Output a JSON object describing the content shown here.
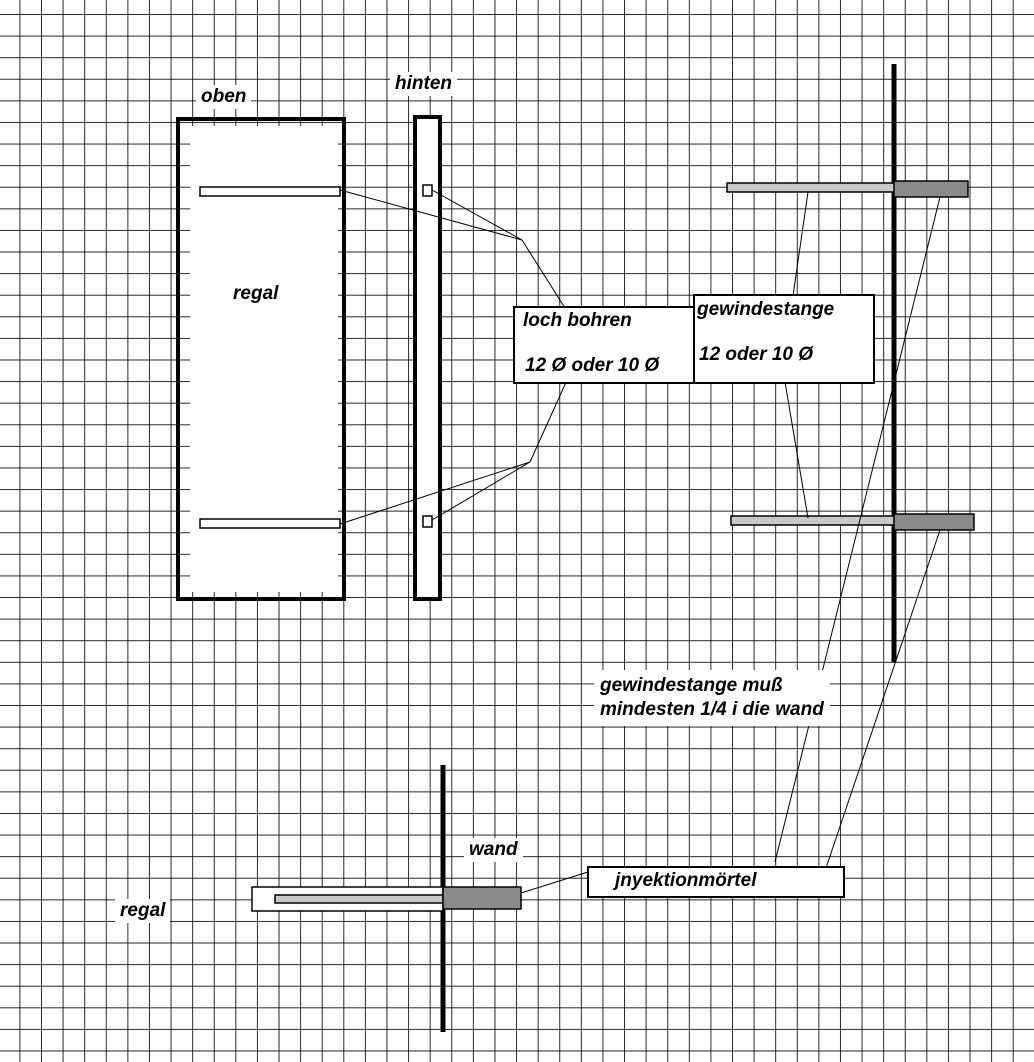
{
  "labels": {
    "oben": "oben",
    "hinten": "hinten",
    "regal_top": "regal",
    "regal_bottom": "regal",
    "wand": "wand"
  },
  "loch_box": {
    "line1": "loch bohren",
    "line2": "12 Ø oder 10 Ø"
  },
  "gewinde_box": {
    "line1": "gewindestange",
    "line2": "12 oder 10 Ø"
  },
  "note": {
    "line1": "gewindestange muß",
    "line2": "mindesten 1/4 i die wand"
  },
  "moertel_box": {
    "line1": "jnyektionmörtel"
  },
  "colors": {
    "ink": "#000000",
    "paper": "#ffffff",
    "rod_fill": "#bdbdbd",
    "rod_in_wall": "#8a8a8a"
  }
}
